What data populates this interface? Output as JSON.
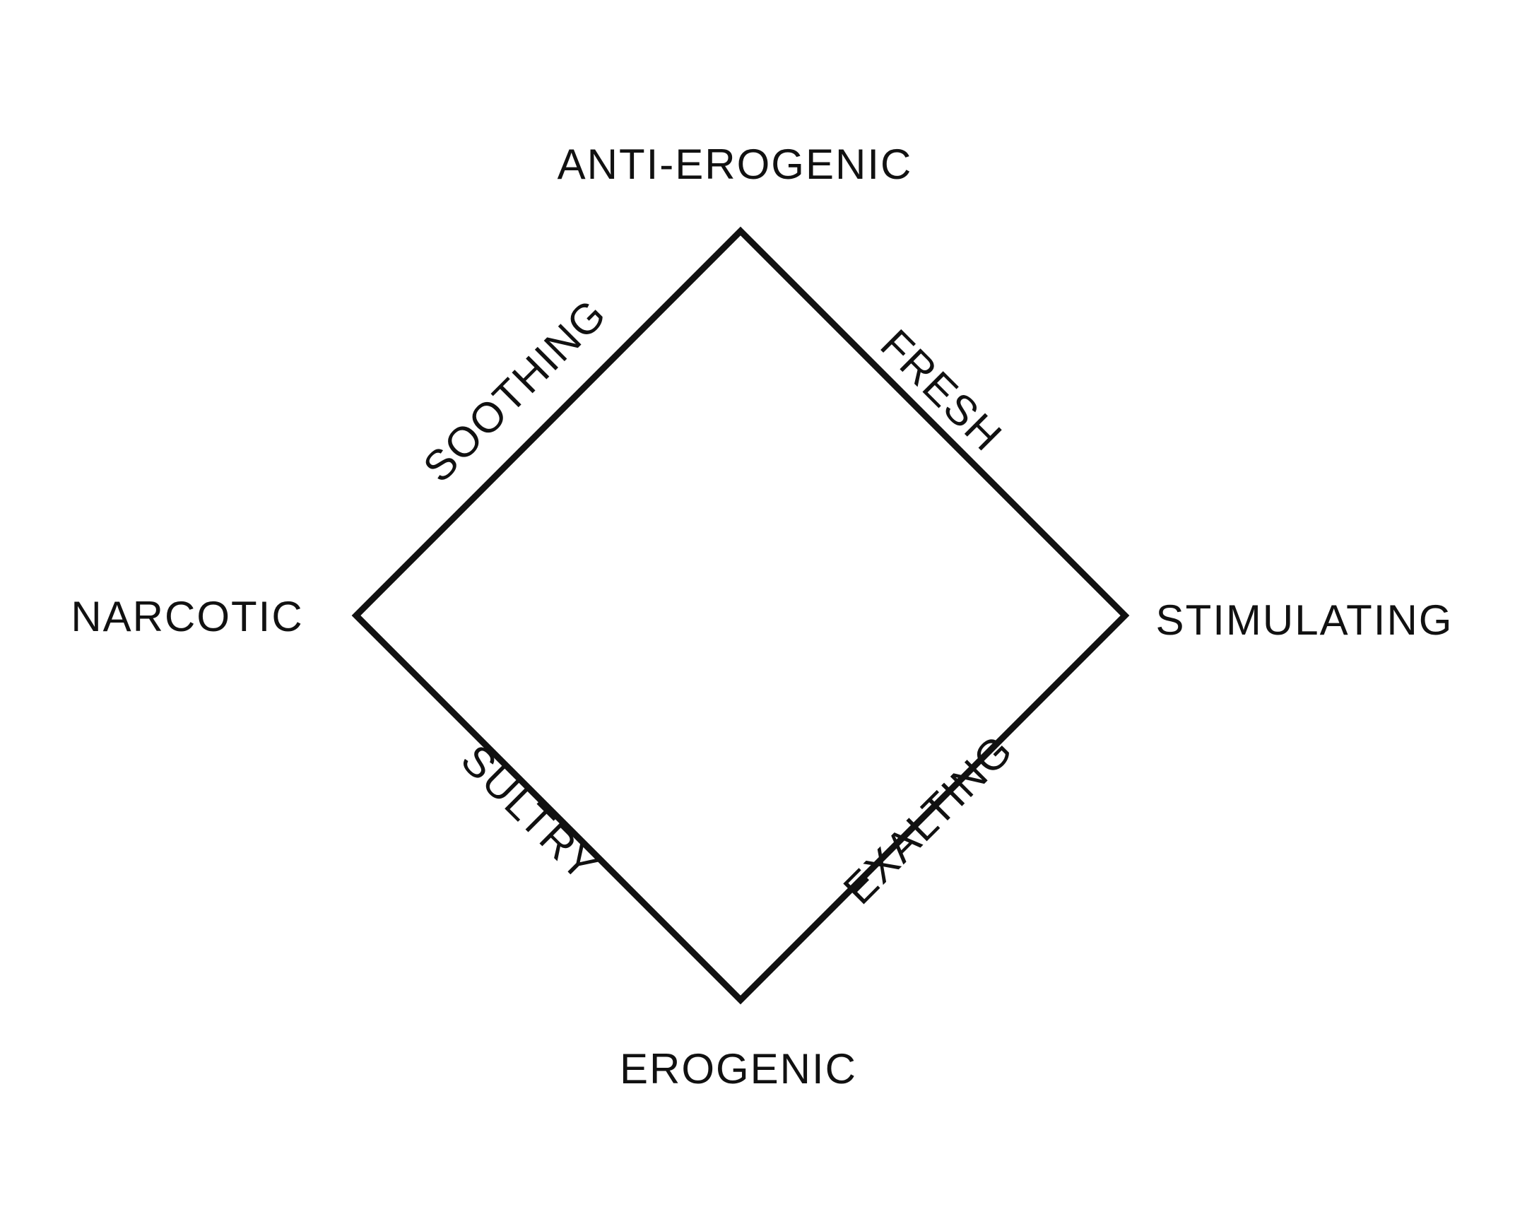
{
  "corners": {
    "top": "ANTI-EROGENIC",
    "left": "NARCOTIC",
    "right": "STIMULATING",
    "bottom": "EROGENIC"
  },
  "edges": {
    "top_left": "SOOTHING",
    "top_right": "FRESH",
    "bottom_left": "SULTRY",
    "bottom_right": "EXALTING"
  },
  "colors": {
    "stroke": "#111111",
    "background": "#ffffff"
  }
}
